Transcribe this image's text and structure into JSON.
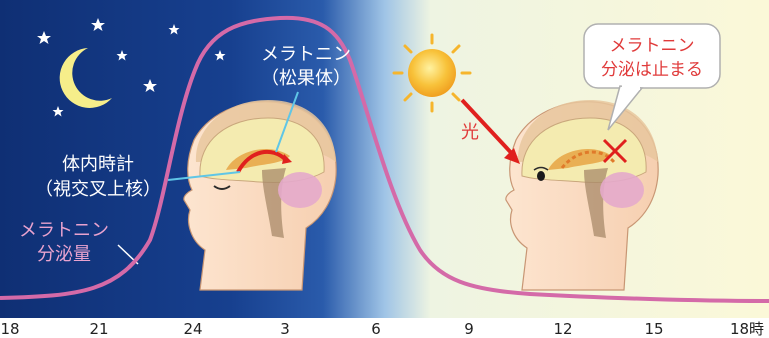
{
  "labels": {
    "melatonin_pineal_line1": "メラトニン",
    "melatonin_pineal_line2": "（松果体）",
    "clock_line1": "体内時計",
    "clock_line2": "（視交叉上核）",
    "secretion_line1": "メラトニン",
    "secretion_line2": "分泌量",
    "light": "光",
    "bubble_line1": "メラトニン",
    "bubble_line2": "分泌は止まる"
  },
  "axis": {
    "ticks": [
      "18",
      "21",
      "24",
      "3",
      "6",
      "9",
      "12",
      "15",
      "18時"
    ]
  },
  "colors": {
    "night": "#123a86",
    "day": "#fbf8d6",
    "curve": "#d46aa8",
    "label_white": "#ffffff",
    "label_navy": "#1d2f6b",
    "label_red": "#e03a3a",
    "label_pink": "#e9a3cf"
  },
  "icons": [
    "moon-icon",
    "star-icon",
    "sun-icon",
    "arrow-icon",
    "head-illustration",
    "speech-bubble"
  ]
}
